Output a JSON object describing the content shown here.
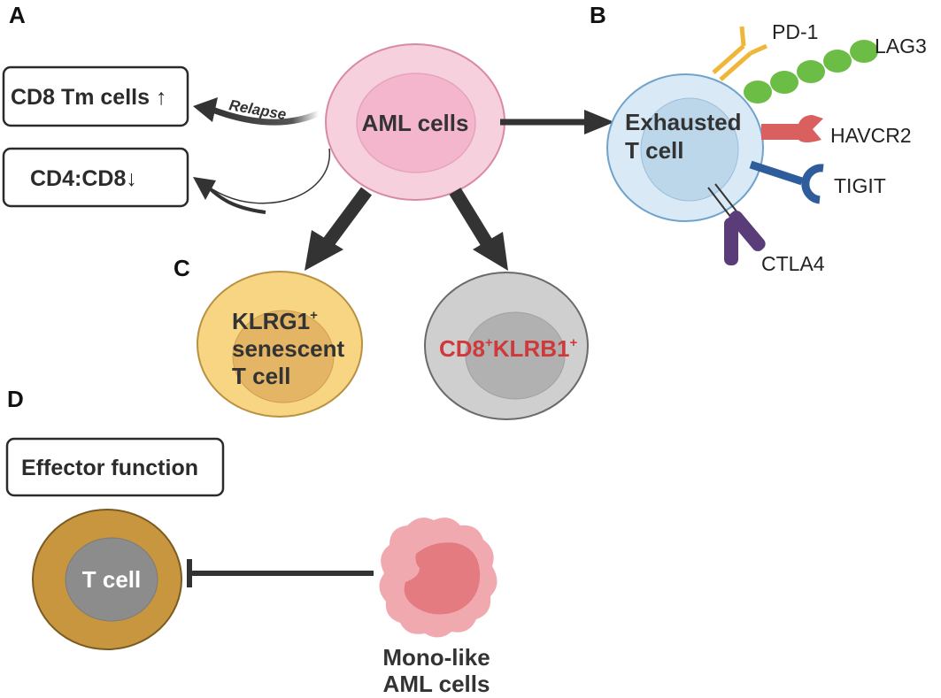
{
  "panels": {
    "a": "A",
    "b": "B",
    "c": "C",
    "d": "D"
  },
  "panel_a": {
    "box_tm": "CD8 Tm cells",
    "box_tm_arrow": "↑",
    "box_ratio": "CD4:CD8",
    "box_ratio_arrow": "↓",
    "relapse_label": "Relapse",
    "aml_cell_label": "AML cells"
  },
  "panel_b": {
    "cell_line1": "Exhausted",
    "cell_line2": "T cell",
    "receptors": {
      "pd1": "PD-1",
      "lag3": "LAG3",
      "havcr2": "HAVCR2",
      "tigit": "TIGIT",
      "ctla4": "CTLA4"
    }
  },
  "panel_c": {
    "klrg1_line1": "KLRG1",
    "klrg1_sup": "+",
    "klrg1_line2": "senescent",
    "klrg1_line3": "T cell",
    "klrb1_part1": "CD8",
    "klrb1_sup1": "+",
    "klrb1_part2": "KLRB1",
    "klrb1_sup2": "+"
  },
  "panel_d": {
    "box_effector": "Effector function",
    "tcell_label": "T cell",
    "mono_line1": "Mono-like",
    "mono_line2": "AML cells"
  },
  "colors": {
    "aml_outer": "#f7d0dd",
    "aml_inner": "#f4b6cd",
    "exhausted_outer": "#d9e9f5",
    "exhausted_inner": "#bcd6ea",
    "klrg1_outer": "#f8d583",
    "klrg1_inner": "#e3b565",
    "klrb1_outer": "#cfcfcf",
    "klrb1_inner": "#b1b1b1",
    "klrb1_text": "#d0393b",
    "tcell_outer": "#c8963e",
    "tcell_inner": "#8c8c8c",
    "mono_outer": "#f1a9b0",
    "mono_nucleus": "#e47b80",
    "pd1": "#f0b63a",
    "lag3": "#6cbd45",
    "havcr2": "#d9605f",
    "tigit": "#2f5d9c",
    "ctla4": "#5a3d78"
  }
}
